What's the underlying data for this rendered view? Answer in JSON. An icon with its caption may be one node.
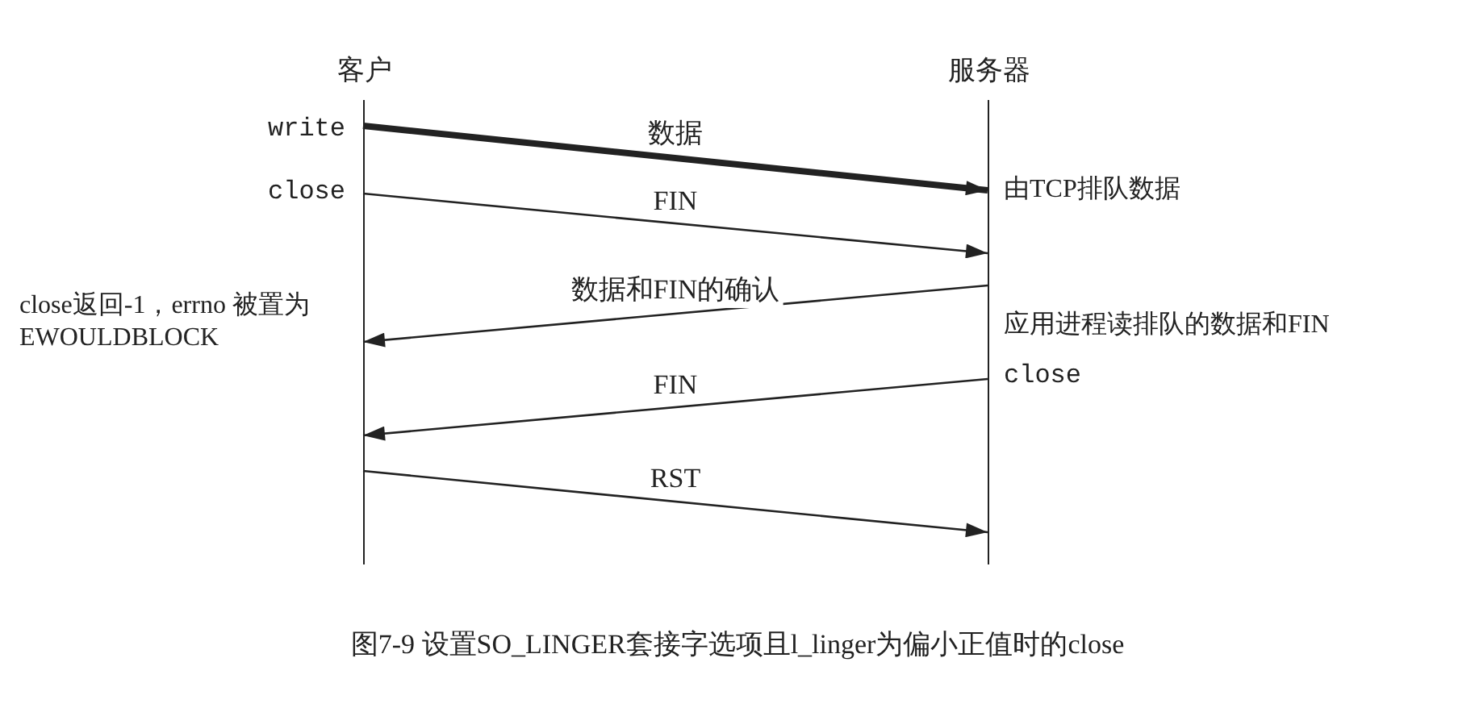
{
  "diagram": {
    "caption": "图7-9 设置SO_LINGER套接字选项且l_linger为偏小正值时的close",
    "nodes": [
      {
        "text": [
          "客户"
        ]
      },
      {
        "text": [
          "服务器"
        ]
      }
    ],
    "edges": [
      {
        "from": 0,
        "to": 1,
        "arrow": "to",
        "label": "数据",
        "style": "thick"
      },
      {
        "from": 0,
        "to": 1,
        "arrow": "to",
        "label": "FIN"
      },
      {
        "from": 1,
        "to": 0,
        "arrow": "to",
        "label": "数据和FIN的确认"
      },
      {
        "from": 1,
        "to": 0,
        "arrow": "to",
        "label": "FIN"
      },
      {
        "from": 0,
        "to": 1,
        "arrow": "to",
        "label": "RST"
      }
    ],
    "labels": [
      "write",
      "close",
      "由TCP排队数据",
      "close返回-1，errno 被置为EWOULDBLOCK",
      "应用进程读排队的数据和FIN",
      "close"
    ]
  }
}
